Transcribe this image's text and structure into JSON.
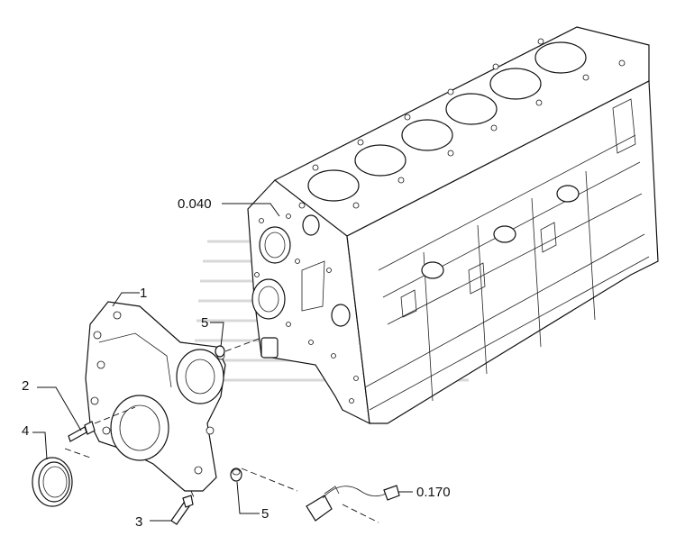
{
  "callouts": {
    "block": "0.040",
    "cover": "1",
    "screw_left": "2",
    "screw_bottom": "3",
    "seal": "4",
    "plug_upper": "5",
    "plug_lower": "5",
    "sensor": "0.170"
  }
}
